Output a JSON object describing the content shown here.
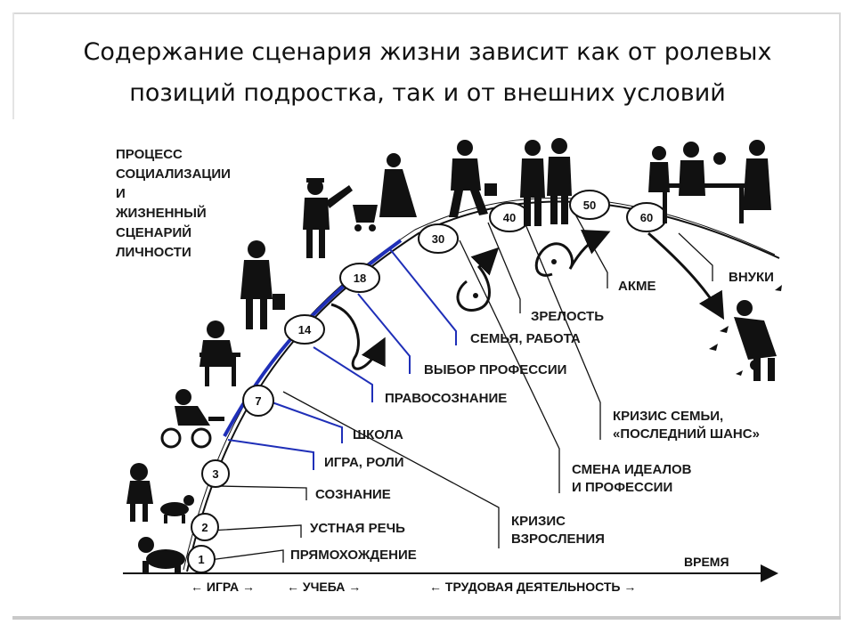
{
  "title": {
    "line1": "Содержание сценария жизни зависит как от ролевых",
    "line2": "позиций подростка, так и  от внешних условий"
  },
  "diagram": {
    "heading": [
      "ПРОЦЕСС",
      "СОЦИАЛИЗАЦИИ",
      "И",
      "ЖИЗНЕННЫЙ",
      "СЦЕНАРИЙ",
      "ЛИЧНОСТИ"
    ],
    "ages": [
      "1",
      "2",
      "3",
      "7",
      "14",
      "18",
      "30",
      "40",
      "50",
      "60"
    ],
    "stages": {
      "walking": "ПРЯМОХОЖДЕНИЕ",
      "speech": "УСТНАЯ РЕЧЬ",
      "consciousness": "СОЗНАНИЕ",
      "play_roles": "ИГРА, РОЛИ",
      "school": "ШКОЛА",
      "legal": "ПРАВОСОЗНАНИЕ",
      "profession": "ВЫБОР ПРОФЕССИИ",
      "family_work": "СЕМЬЯ, РАБОТА",
      "maturity": "ЗРЕЛОСТЬ",
      "acme": "АКМЕ",
      "grandchildren": "ВНУКИ"
    },
    "crises": {
      "adult_1": "КРИЗИС",
      "adult_2": "ВЗРОСЛЕНИЯ",
      "ideals_1": "СМЕНА ИДЕАЛОВ",
      "ideals_2": "И ПРОФЕССИИ",
      "family_1": "КРИЗИС СЕМЬИ,",
      "family_2": "«ПОСЛЕДНИЙ ШАНС»"
    },
    "axis": {
      "time": "ВРЕМЯ",
      "play": "← ИГРА →",
      "study": "← УЧЕБА →",
      "work": "← ТРУДОВАЯ ДЕЯТЕЛЬНОСТЬ →"
    },
    "colors": {
      "highlight": "#1f2fb8",
      "ink": "#111111"
    }
  }
}
